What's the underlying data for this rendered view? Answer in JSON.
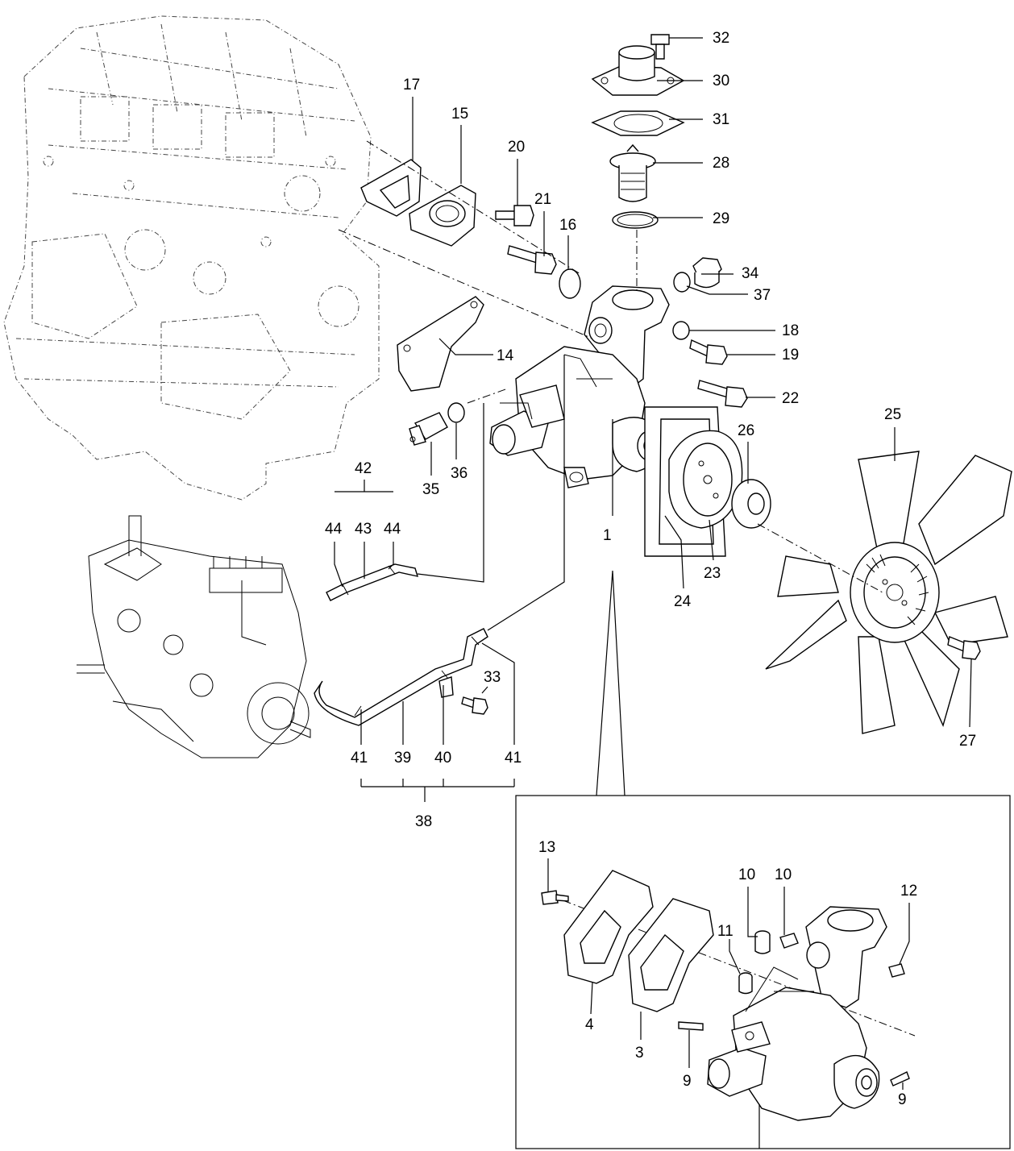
{
  "callouts": {
    "c1": "1",
    "c3": "3",
    "c4": "4",
    "c9a": "9",
    "c9b": "9",
    "c10a": "10",
    "c10b": "10",
    "c11": "11",
    "c12": "12",
    "c13": "13",
    "c14": "14",
    "c15": "15",
    "c16": "16",
    "c17": "17",
    "c18": "18",
    "c19": "19",
    "c20": "20",
    "c21": "21",
    "c22": "22",
    "c23": "23",
    "c24": "24",
    "c25": "25",
    "c26": "26",
    "c27": "27",
    "c28": "28",
    "c29": "29",
    "c30": "30",
    "c31": "31",
    "c32": "32",
    "c33": "33",
    "c34": "34",
    "c35": "35",
    "c36": "36",
    "c37": "37",
    "c38": "38",
    "c39": "39",
    "c40": "40",
    "c41a": "41",
    "c41b": "41",
    "c42": "42",
    "c43": "43",
    "c44a": "44",
    "c44b": "44"
  }
}
